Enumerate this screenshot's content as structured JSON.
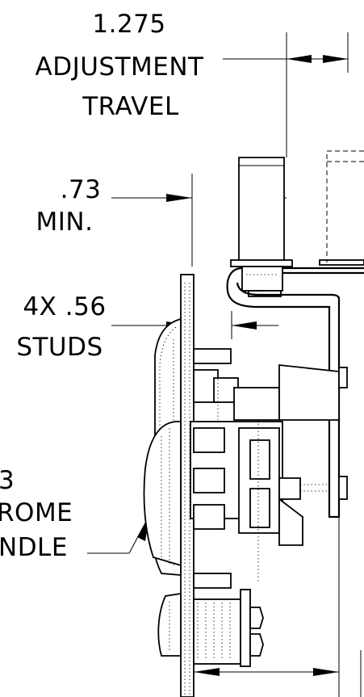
{
  "callouts": {
    "adjustment": {
      "line1": "1.275",
      "line2": "ADJUSTMENT",
      "line3": "TRAVEL"
    },
    "min_dim": {
      "line1": ".73",
      "line2": "MIN."
    },
    "studs": {
      "line1": "4X .56",
      "line2": "STUDS"
    },
    "handle": {
      "line1": "3",
      "line2": "ROME",
      "line3": "NDLE"
    }
  }
}
